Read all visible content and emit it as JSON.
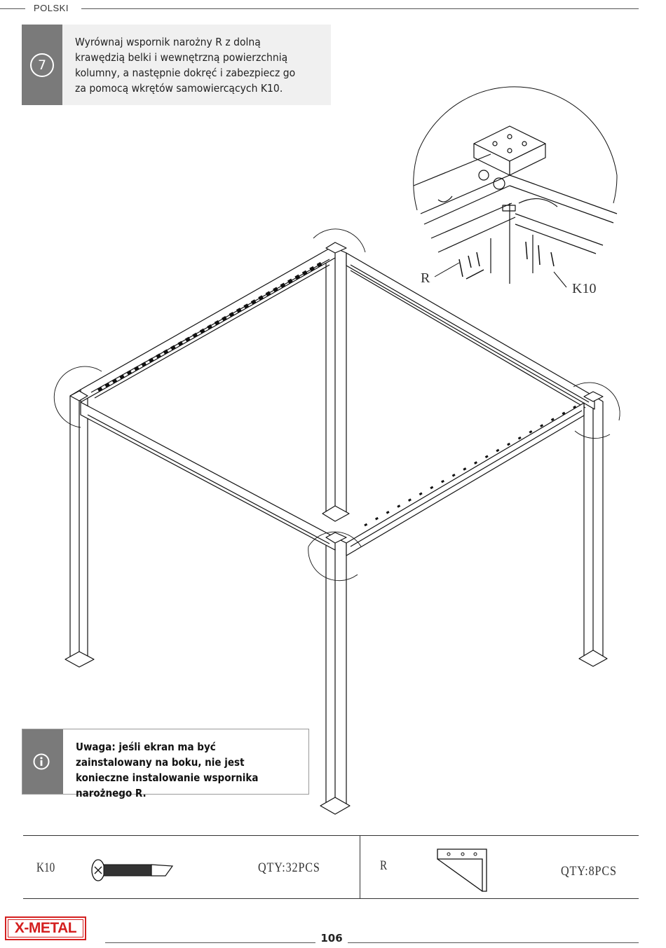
{
  "header": {
    "language": "POLSKI"
  },
  "step": {
    "number": "7",
    "text": "Wyrównaj wspornik narożny R z dolną krawędzią belki i wewnętrzną powierzchnią kolumny, a następnie dokręć i zabezpiecz go za pomocą wkrętów samowiercących K10."
  },
  "callout": {
    "bracket_label": "R",
    "screw_label": "K10"
  },
  "note": {
    "icon": "info-icon",
    "text": "Uwaga: jeśli ekran ma być zainstalowany na boku, nie jest konieczne instalowanie wspornika narożnego R."
  },
  "parts": [
    {
      "code": "K10",
      "qty": "QTY:32PCS",
      "icon": "self-drilling-screw"
    },
    {
      "code": "R",
      "qty": "QTY:8PCS",
      "icon": "corner-bracket"
    }
  ],
  "footer": {
    "brand": "X-METAL",
    "page": "106"
  },
  "colors": {
    "brand_red": "#d42020",
    "panel_grey": "#7a7a7a",
    "panel_bg": "#f0f0f0"
  }
}
